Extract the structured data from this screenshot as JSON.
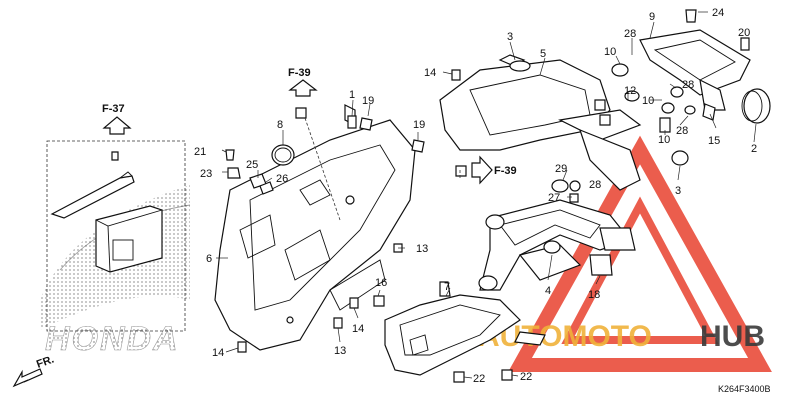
{
  "refs": {
    "f37": "F-37",
    "f39_top": "F-39",
    "f39_right": "F-39"
  },
  "labels": {
    "p1": "1",
    "p2": "2",
    "p3a": "3",
    "p3b": "3",
    "p4": "4",
    "p5": "5",
    "p6": "6",
    "p7": "7",
    "p8": "8",
    "p9": "9",
    "p10a": "10",
    "p10b": "10",
    "p10c": "10",
    "p12": "12",
    "p13a": "13",
    "p13b": "13",
    "p14a": "14",
    "p14b": "14",
    "p14c": "14",
    "p15": "15",
    "p16": "16",
    "p18": "18",
    "p19a": "19",
    "p19b": "19",
    "p20": "20",
    "p21": "21",
    "p22a": "22",
    "p22b": "22",
    "p23": "23",
    "p24": "24",
    "p25": "25",
    "p26": "26",
    "p27": "27",
    "p28a": "28",
    "p28b": "28",
    "p28c": "28",
    "p28d": "28",
    "p29": "29"
  },
  "direction": "FR.",
  "brand": "HONDA",
  "watermark": {
    "part1": "AUTOMOTO",
    "part2": "HUB",
    "accent": "#e8412f",
    "gold": "#f0b23a",
    "dark": "#3a3a3a"
  },
  "diagram_code": "K264F3400B"
}
